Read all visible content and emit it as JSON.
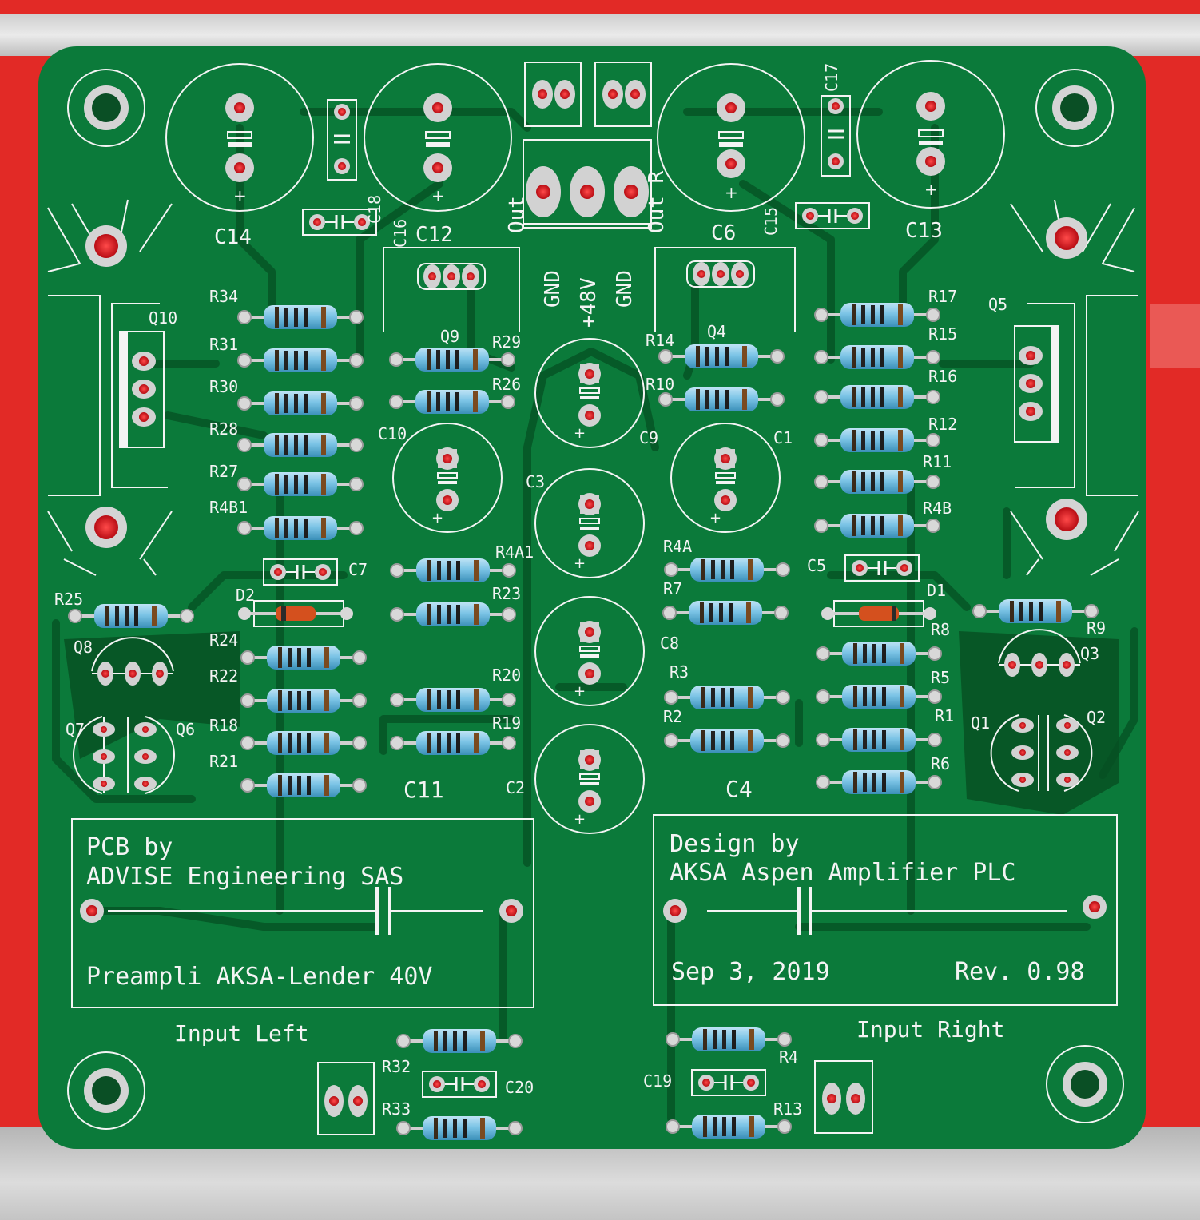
{
  "board": {
    "text_block_left": {
      "line1": "PCB by",
      "line2": "ADVISE Engineering SAS",
      "line3": "Preampli AKSA-Lender 40V"
    },
    "text_block_right": {
      "line1": "Design by",
      "line2": "AKSA Aspen Amplifier PLC",
      "date": "Sep 3, 2019",
      "revision": "Rev. 0.98"
    },
    "input_left": "Input Left",
    "input_right": "Input Right",
    "power": {
      "gnd_left": "GND",
      "vplus": "+48V",
      "gnd_right": "GND",
      "out_left": "Out",
      "out_right": "Out R"
    }
  },
  "colors": {
    "pcb_green": "#0b7a3a",
    "pcb_dark": "#065a28",
    "silkscreen": "#f4f4f4",
    "pad": "#c9c9c9",
    "drill": "#e0212b",
    "background_red": "#e22a26",
    "rail": "#d0d0d0"
  },
  "designators": {
    "C14": "C14",
    "C16": "C16",
    "C12": "C12",
    "C18": "C18",
    "C6": "C6",
    "C15": "C15",
    "C13": "C13",
    "C17": "C17",
    "Q10": "Q10",
    "Q9": "Q9",
    "Q4": "Q4",
    "Q5": "Q5",
    "Q8": "Q8",
    "Q7": "Q7",
    "Q6": "Q6",
    "Q3": "Q3",
    "Q1": "Q1",
    "Q2": "Q2",
    "R34": "R34",
    "R31": "R31",
    "R30": "R30",
    "R28": "R28",
    "R27": "R27",
    "R4B1": "R4B1",
    "R29": "R29",
    "R26": "R26",
    "R14": "R14",
    "R10": "R10",
    "R17": "R17",
    "R15": "R15",
    "R16": "R16",
    "R12": "R12",
    "R11": "R11",
    "R4B": "R4B",
    "C10": "C10",
    "C9": "C9",
    "C3": "C3",
    "C1": "C1",
    "R4A1": "R4A1",
    "R4A": "R4A",
    "C7": "C7",
    "C5": "C5",
    "R25": "R25",
    "D2": "D2",
    "R23": "R23",
    "R7": "R7",
    "D1": "D1",
    "R9": "R9",
    "R24": "R24",
    "C8": "C8",
    "R8": "R8",
    "R22": "R22",
    "R20": "R20",
    "R3": "R3",
    "R5": "R5",
    "R18": "R18",
    "R19": "R19",
    "R2": "R2",
    "R1": "R1",
    "R21": "R21",
    "C11": "C11",
    "C2": "C2",
    "C4": "C4",
    "R6": "R6",
    "R32": "R32",
    "R33": "R33",
    "C20": "C20",
    "C19": "C19",
    "R4": "R4",
    "R13": "R13"
  }
}
